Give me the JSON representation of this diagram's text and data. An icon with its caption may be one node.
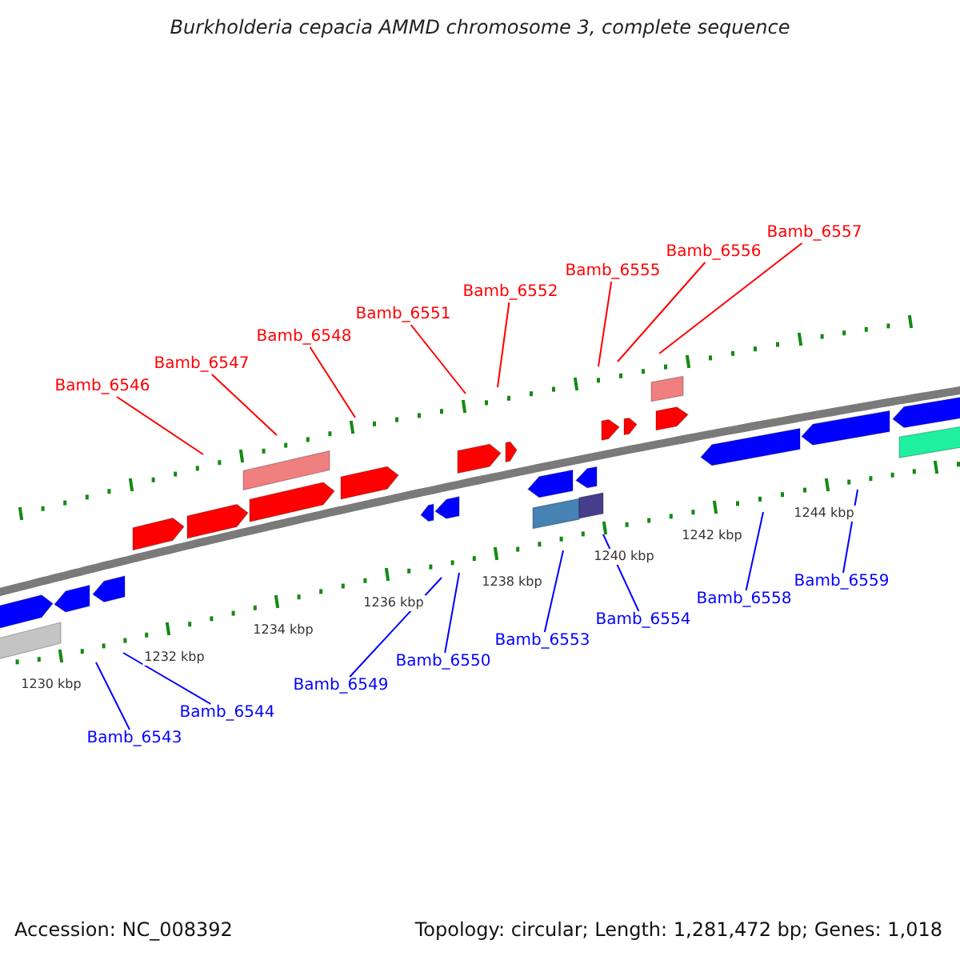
{
  "diagram": {
    "title": "Burkholderia cepacia AMMD chromosome 3, complete sequence",
    "nodes": [
      {
        "text": [
          "Bamb_6546"
        ]
      },
      {
        "text": [
          "Bamb_6547"
        ]
      },
      {
        "text": [
          "Bamb_6548"
        ]
      },
      {
        "text": [
          "Bamb_6551"
        ]
      },
      {
        "text": [
          "Bamb_6552"
        ]
      },
      {
        "text": [
          "Bamb_6555"
        ]
      },
      {
        "text": [
          "Bamb_6556"
        ]
      },
      {
        "text": [
          "Bamb_6557"
        ]
      },
      {
        "text": [
          "Bamb_6543"
        ]
      },
      {
        "text": [
          "Bamb_6544"
        ]
      },
      {
        "text": [
          "Bamb_6549"
        ]
      },
      {
        "text": [
          "Bamb_6550"
        ]
      },
      {
        "text": [
          "Bamb_6553"
        ]
      },
      {
        "text": [
          "Bamb_6554"
        ]
      },
      {
        "text": [
          "Bamb_6558"
        ]
      },
      {
        "text": [
          "Bamb_6559"
        ]
      }
    ],
    "edges": [
      {
        "from": 0,
        "to": null,
        "arrow": "none",
        "color": "#ff0000"
      },
      {
        "from": 1,
        "to": null,
        "arrow": "none",
        "color": "#ff0000"
      },
      {
        "from": 2,
        "to": null,
        "arrow": "none",
        "color": "#ff0000"
      },
      {
        "from": 3,
        "to": null,
        "arrow": "none",
        "color": "#ff0000"
      },
      {
        "from": 4,
        "to": null,
        "arrow": "none",
        "color": "#ff0000"
      },
      {
        "from": 5,
        "to": null,
        "arrow": "none",
        "color": "#ff0000"
      },
      {
        "from": 6,
        "to": null,
        "arrow": "none",
        "color": "#ff0000"
      },
      {
        "from": 7,
        "to": null,
        "arrow": "none",
        "color": "#ff0000"
      },
      {
        "from": 8,
        "to": null,
        "arrow": "none",
        "color": "#0000ff"
      },
      {
        "from": 9,
        "to": null,
        "arrow": "none",
        "color": "#0000ff"
      },
      {
        "from": 10,
        "to": null,
        "arrow": "none",
        "color": "#0000ff"
      },
      {
        "from": 11,
        "to": null,
        "arrow": "none",
        "color": "#0000ff"
      },
      {
        "from": 12,
        "to": null,
        "arrow": "none",
        "color": "#0000ff"
      },
      {
        "from": 13,
        "to": null,
        "arrow": "none",
        "color": "#0000ff"
      },
      {
        "from": 14,
        "to": null,
        "arrow": "none",
        "color": "#0000ff"
      },
      {
        "from": 15,
        "to": null,
        "arrow": "none",
        "color": "#0000ff"
      }
    ],
    "labels": [
      "1230 kbp",
      "1232 kbp",
      "1234 kbp",
      "1236 kbp",
      "1238 kbp",
      "1240 kbp",
      "1242 kbp",
      "1244 kbp",
      "Accession: NC_008392",
      "Topology: circular; Length: 1,281,472 bp; Genes: 1,018"
    ]
  }
}
